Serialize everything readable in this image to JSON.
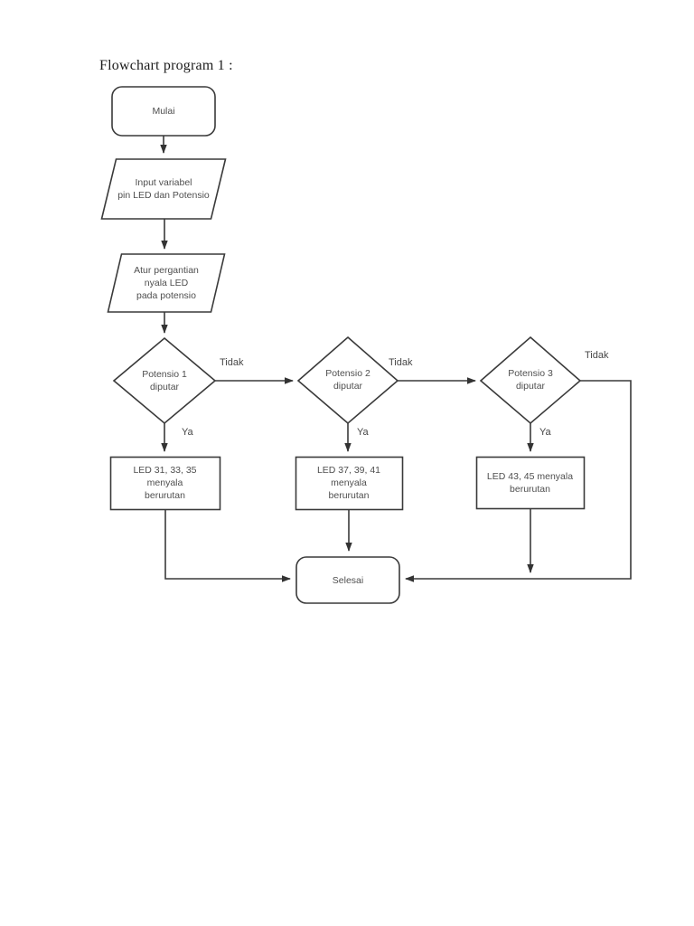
{
  "flowchart": {
    "title": "Flowchart program 1 :",
    "nodes": {
      "start": {
        "type": "terminator",
        "label": "Mulai"
      },
      "input": {
        "type": "input-output",
        "label": "Input variabel\npin LED dan Potensio"
      },
      "setup": {
        "type": "input-output",
        "label": "Atur pergantian\nnyala LED\npada potensio"
      },
      "decision1": {
        "type": "decision",
        "label": "Potensio 1\ndiputar"
      },
      "decision2": {
        "type": "decision",
        "label": "Potensio 2\ndiputar"
      },
      "decision3": {
        "type": "decision",
        "label": "Potensio 3\ndiputar"
      },
      "led1": {
        "type": "process",
        "label": "LED 31, 33, 35\nmenyala\nberurutan"
      },
      "led2": {
        "type": "process",
        "label": "LED 37, 39, 41\nmenyala\nberurutan"
      },
      "led3": {
        "type": "process",
        "label": "LED 43, 45 menyala\nberurutan"
      },
      "end": {
        "type": "terminator",
        "label": "Selesai"
      }
    },
    "edge_labels": {
      "no1": "Tidak",
      "no2": "Tidak",
      "no3": "Tidak",
      "yes1": "Ya",
      "yes2": "Ya",
      "yes3": "Ya"
    },
    "colors": {
      "line": "#3a3a3a",
      "node_border": "#3a3a3a",
      "node_text": "#4f4f4f",
      "title_text": "#1b1b1b",
      "background": "#ffffff"
    }
  }
}
